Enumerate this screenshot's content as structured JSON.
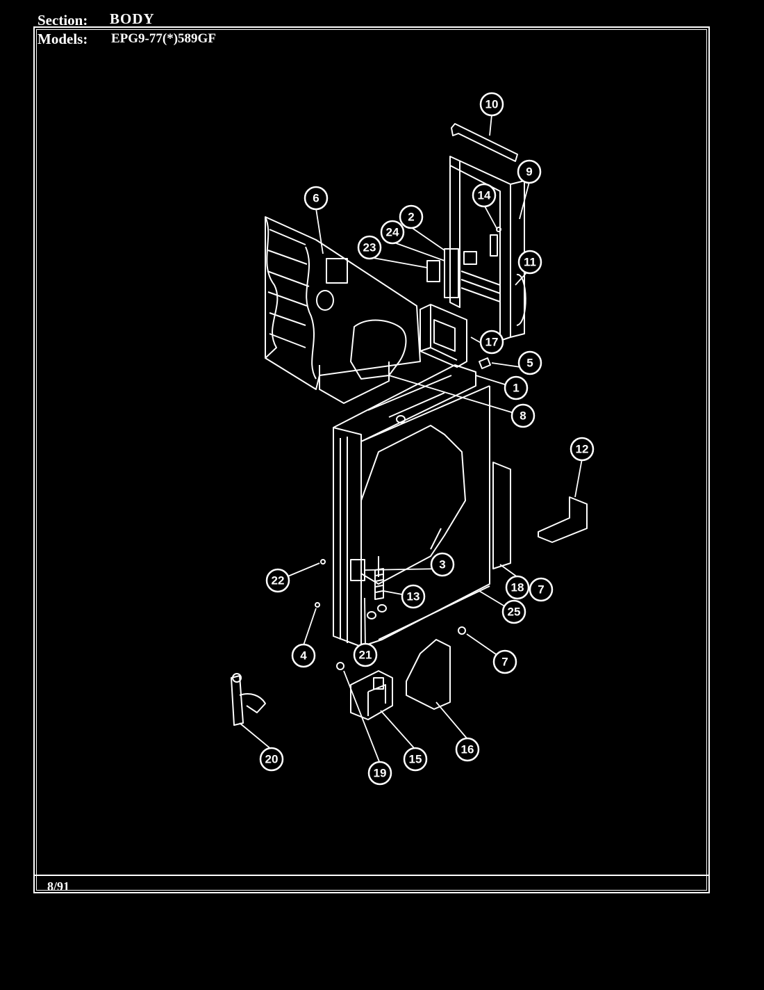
{
  "header": {
    "section_label": "Section:",
    "section_value": "BODY",
    "models_label": "Models:",
    "models_value": "EPG9-77(*)589GF"
  },
  "footer": {
    "date": "8/91"
  },
  "diagram": {
    "callouts": [
      "10",
      "9",
      "14",
      "6",
      "2",
      "24",
      "23",
      "11",
      "17",
      "5",
      "1",
      "8",
      "12",
      "3",
      "22",
      "13",
      "18",
      "7",
      "25",
      "4",
      "21",
      "7",
      "20",
      "19",
      "15",
      "16"
    ]
  }
}
